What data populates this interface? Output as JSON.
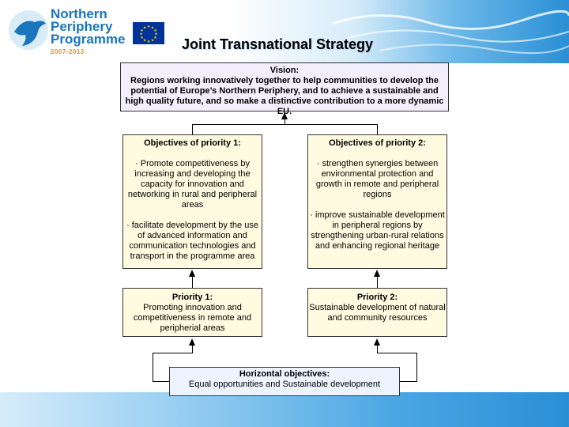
{
  "header": {
    "logo_lines": [
      "Northern",
      "Periphery",
      "Programme"
    ],
    "logo_years": "2007-2013",
    "title": "Joint Transnational Strategy"
  },
  "vision": {
    "heading": "Vision:",
    "text": "Regions working innovatively together to help communities to develop the potential of Europe’s Northern Periphery, and to achieve a sustainable and high quality future, and so make a distinctive contribution to a more dynamic EU."
  },
  "objectives_1": {
    "heading": "Objectives of priority 1:",
    "item1": "· Promote competitiveness by increasing and developing the capacity for innovation and networking in rural and peripheral areas",
    "item2": "· facilitate development by the use of advanced information and communication technologies and transport in the programme area"
  },
  "objectives_2": {
    "heading": "Objectives of priority 2:",
    "item1": "· strengthen synergies between environmental protection and growth in remote and peripheral regions",
    "item2": "· improve sustainable development in peripheral regions by strengthening urban-rural relations and enhancing regional heritage"
  },
  "priority_1": {
    "heading": "Priority 1:",
    "text": "Promoting innovation and competitiveness in remote and peripherial areas"
  },
  "priority_2": {
    "heading": "Priority 2:",
    "text": "Sustainable development of natural and community resources"
  },
  "horizontal": {
    "heading": "Horizontal objectives:",
    "text": "Equal opportunities and Sustainable development"
  },
  "colors": {
    "logo_blue": "#1a75bc",
    "eu_blue": "#003399",
    "eu_star": "#ffcc00",
    "box_yellow": "#fffbe0",
    "vision_bg": "#f3eefc"
  },
  "icons": [
    "dove-logo-icon",
    "eu-flag-icon"
  ]
}
